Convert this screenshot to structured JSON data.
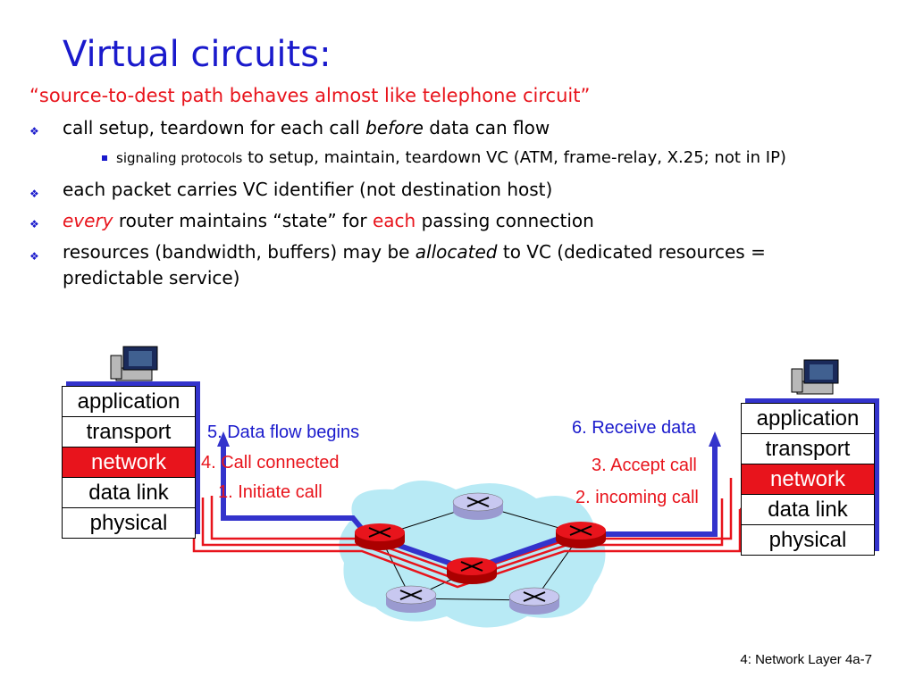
{
  "slide": {
    "title": "Virtual circuits:",
    "quote": "“source-to-dest path behaves almost like telephone circuit”",
    "bullets": {
      "b1": {
        "pre": "call setup, teardown for each call ",
        "em": "before",
        "post": " data can flow"
      },
      "sub1": {
        "small": "signaling protocols",
        "rest": " to setup, maintain,  teardown VC (ATM, frame-relay, X.25; not in IP)"
      },
      "b2": "each packet carries VC identifier (not destination host)",
      "b3": {
        "em": "every",
        "mid": " router maintains “state” for ",
        "red": "each",
        "post": " passing connection"
      },
      "b4": {
        "pre": "resources (bandwidth, buffers) may be ",
        "em": "allocated",
        "post": " to VC (dedicated resources =",
        "line2": "predictable service)"
      }
    },
    "footer": "4: Network Layer  4a-7"
  },
  "diagram": {
    "left_stack": [
      "application",
      "transport",
      "network",
      "data link",
      "physical"
    ],
    "right_stack": [
      "application",
      "transport",
      "network",
      "data link",
      "physical"
    ],
    "steps": {
      "s1": "1. Initiate call",
      "s2": "2. incoming call",
      "s3": "3. Accept call",
      "s4": "4. Call connected",
      "s5": "5. Data flow begins",
      "s6": "6. Receive data"
    },
    "colors": {
      "accent_blue": "#1a1acc",
      "red": "#e8141c",
      "cloud": "#b8eaf5",
      "router_red": "#e8141c",
      "router_lav": "#c8c8f0"
    }
  }
}
